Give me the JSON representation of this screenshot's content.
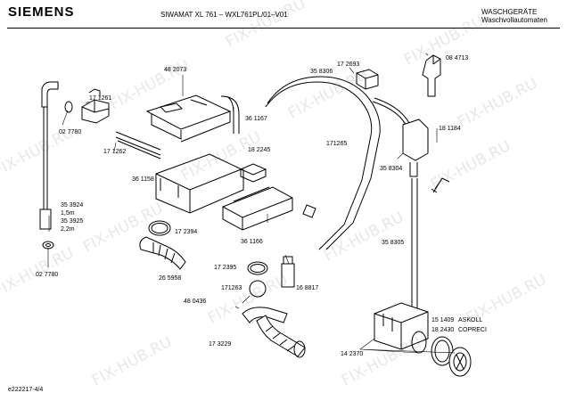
{
  "header": {
    "brand": "SIEMENS",
    "model": "SIWAMAT XL 761 – WXL761PL/01–V01",
    "category_line1": "WASCHGERÄTE",
    "category_line2": "Waschvollautomaten"
  },
  "footer": {
    "page_id": "e222217-4/4"
  },
  "watermark": {
    "text": "FIX-HUB.RU"
  },
  "part_labels": {
    "p_172693": "17 2693",
    "p_084713": "08 4713",
    "p_171261": "17 1261",
    "p_482073": "48 2073",
    "p_358306": "35 8306",
    "p_027780a": "02 7780",
    "p_361167": "36 1167",
    "p_171262": "17 1262",
    "p_182245": "18 2245",
    "p_171265": "171265",
    "p_181184": "18 1184",
    "p_361158": "36 1158",
    "p_358304": "35 8304",
    "p_353924": "35 3924",
    "p_len1": "1,5m",
    "p_353925": "35 3925",
    "p_len2": "2,2m",
    "p_172394": "17 2394",
    "p_361166": "36 1166",
    "p_358305": "35 8305",
    "p_027780b": "02 7780",
    "p_172395": "17 2395",
    "p_265958": "26 5958",
    "p_171263": "171263",
    "p_168817": "16 8817",
    "p_480436": "48 0436",
    "p_151409": "15 1409",
    "p_askoll": "ASKOLL",
    "p_182430": "18 2430",
    "p_copreci": "COPRECI",
    "p_173229": "17 3229",
    "p_142370": "14 2370"
  },
  "colors": {
    "line": "#000000",
    "shade": "#555555",
    "watermark": "#000000"
  }
}
